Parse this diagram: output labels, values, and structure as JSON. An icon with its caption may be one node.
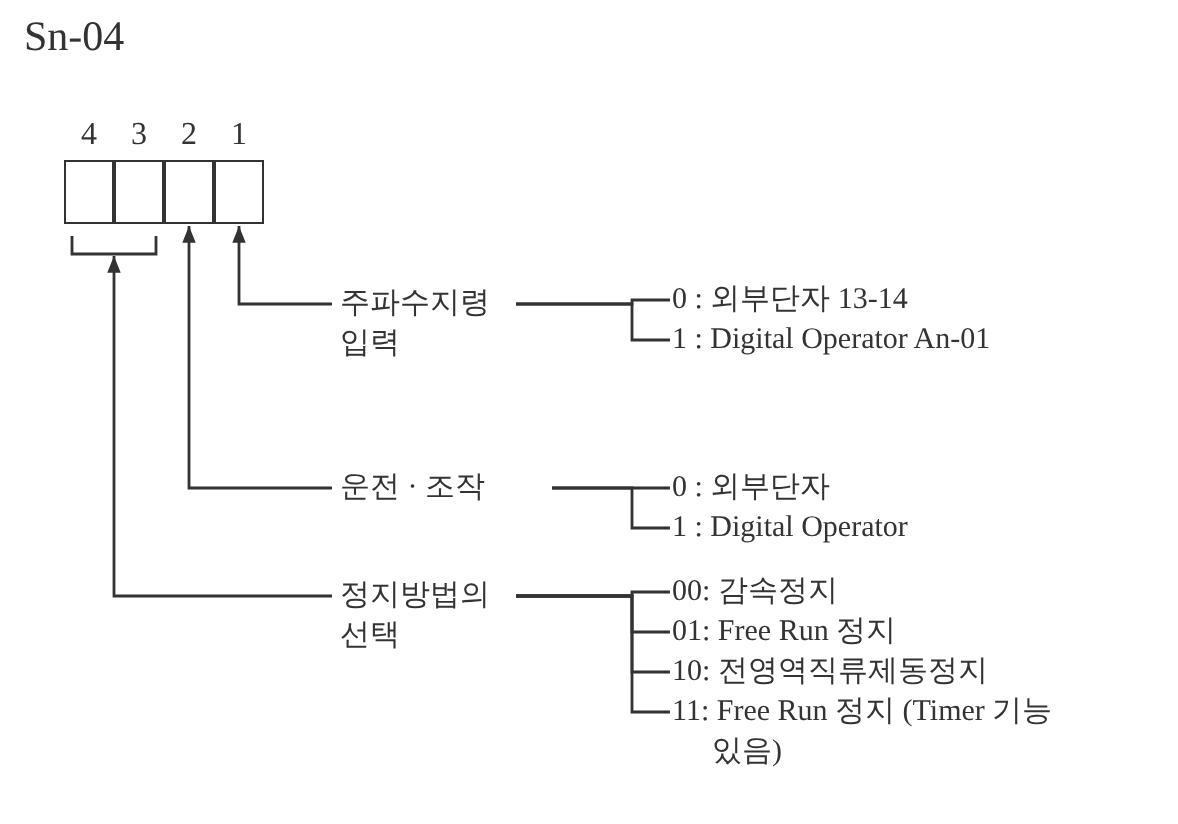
{
  "diagram": {
    "title": "Sn-04",
    "nodes": [
      {
        "text": [
          "4"
        ]
      },
      {
        "text": [
          "3"
        ]
      },
      {
        "text": [
          "2"
        ]
      },
      {
        "text": [
          "1"
        ]
      },
      {
        "text": [
          "주파수지령 입력"
        ]
      },
      {
        "text": [
          "0 : 외부단자 13-14"
        ]
      },
      {
        "text": [
          "1 : Digital Operator An-01"
        ]
      },
      {
        "text": [
          "운전 · 조작"
        ]
      },
      {
        "text": [
          "0 : 외부단자"
        ]
      },
      {
        "text": [
          "1 : Digital Operator"
        ]
      },
      {
        "text": [
          "정지방법의 선택"
        ]
      },
      {
        "text": [
          "00: 감속정지"
        ]
      },
      {
        "text": [
          "01: Free Run 정지"
        ]
      },
      {
        "text": [
          "10: 전영역직류제동정지"
        ]
      },
      {
        "text": [
          "11: Free Run 정지 (Timer 기능있음)"
        ]
      }
    ],
    "edges": [
      {
        "from": 4,
        "to": 3,
        "arrow": "to"
      },
      {
        "from": 7,
        "to": 2,
        "arrow": "to"
      },
      {
        "from": 10,
        "to": 0,
        "arrow": "to"
      },
      {
        "from": 10,
        "to": 1,
        "arrow": "to"
      },
      {
        "from": 4,
        "to": 5,
        "arrow": "none"
      },
      {
        "from": 4,
        "to": 6,
        "arrow": "none"
      },
      {
        "from": 7,
        "to": 8,
        "arrow": "none"
      },
      {
        "from": 7,
        "to": 9,
        "arrow": "none"
      },
      {
        "from": 10,
        "to": 11,
        "arrow": "none"
      },
      {
        "from": 10,
        "to": 12,
        "arrow": "none"
      },
      {
        "from": 10,
        "to": 13,
        "arrow": "none"
      },
      {
        "from": 10,
        "to": 14,
        "arrow": "none"
      }
    ]
  }
}
